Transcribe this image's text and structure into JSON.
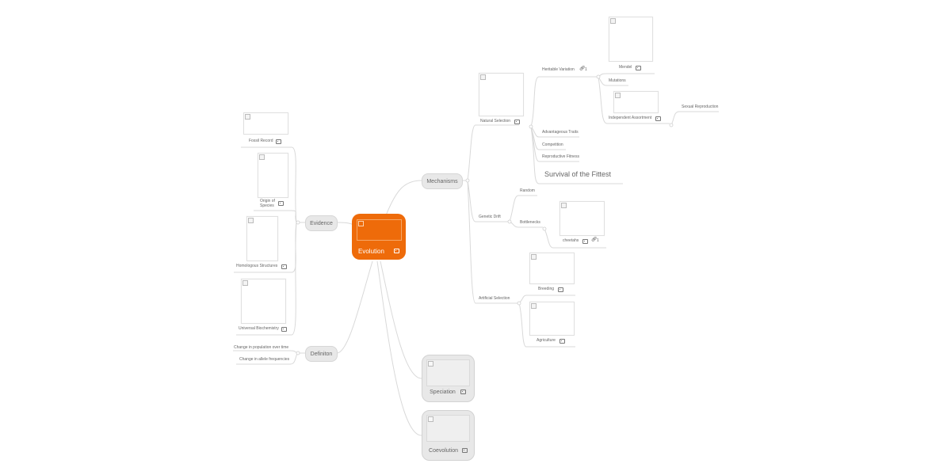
{
  "root": {
    "label": "Evolution",
    "color": "#ee6b0a"
  },
  "mechanisms": {
    "label": "Mechanisms",
    "natural_selection": {
      "label": "Natural Selection",
      "heritable_variation": {
        "label": "Heritable Variation",
        "link_count": "1",
        "mendel": "Mendel",
        "mutations": "Mutations",
        "independent_assortment": "Independent Assortment",
        "sexual_reproduction": "Sexual Reproduction"
      },
      "advantageous_traits": "Advantageous Traits",
      "competition": "Competition",
      "reproductive_fitness": "Reproductive Fitness",
      "survival": "Survival of the Fittest"
    },
    "genetic_drift": {
      "label": "Genetic Drift",
      "random": "Random",
      "bottlenecks": "Bottlenecks",
      "cheetahs": "cheetahs",
      "link_count": "1"
    },
    "artificial_selection": {
      "label": "Artificial Selection",
      "breeding": "Breeding",
      "agriculture": "Agriculture"
    }
  },
  "speciation": {
    "label": "Speciation"
  },
  "coevolution": {
    "label": "Coevolution"
  },
  "evidence": {
    "label": "Evidence",
    "fossil_record": "Fossil Record",
    "origin_line1": "Origin of",
    "origin_line2": "Species",
    "homologous": "Homologous Structures",
    "biochemistry": "Universal Biochemistry"
  },
  "definition": {
    "label": "Definiton",
    "item1": "Change in population over time",
    "item2": "Change in allele frequencies"
  }
}
